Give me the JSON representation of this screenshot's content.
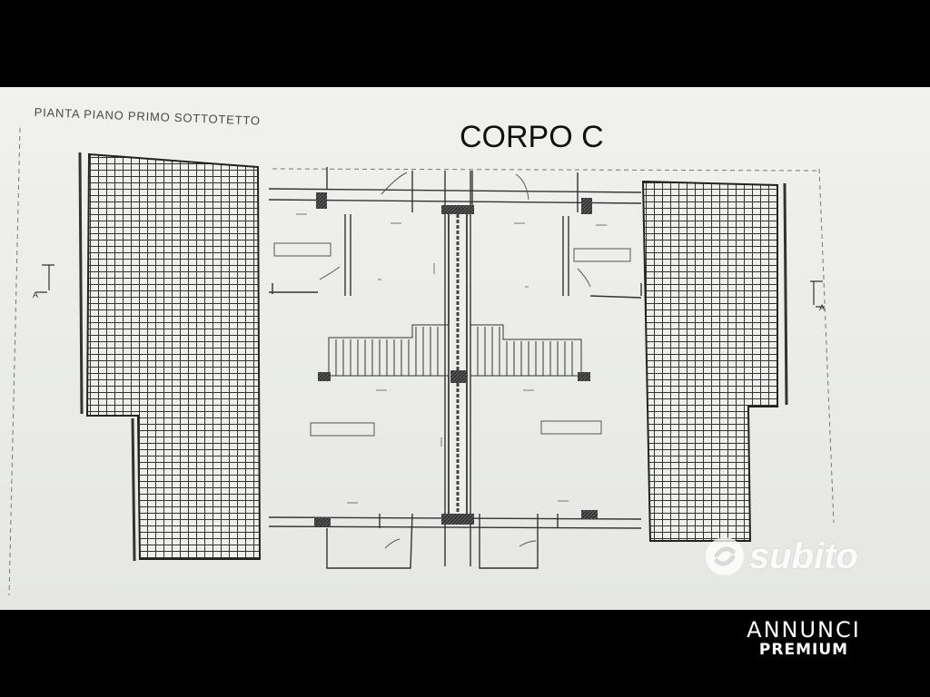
{
  "plan": {
    "title": "PIANTA PIANO PRIMO SOTTOTETTO",
    "section": "CORPO C"
  },
  "watermark": {
    "brand": "subito",
    "icon": "subito-logo-icon"
  },
  "badge": {
    "line1": "ANNUNCI",
    "line2": "PREMIUM"
  },
  "colors": {
    "ink": "#333333",
    "paper": "#eeeeec",
    "frame": "#000000"
  }
}
